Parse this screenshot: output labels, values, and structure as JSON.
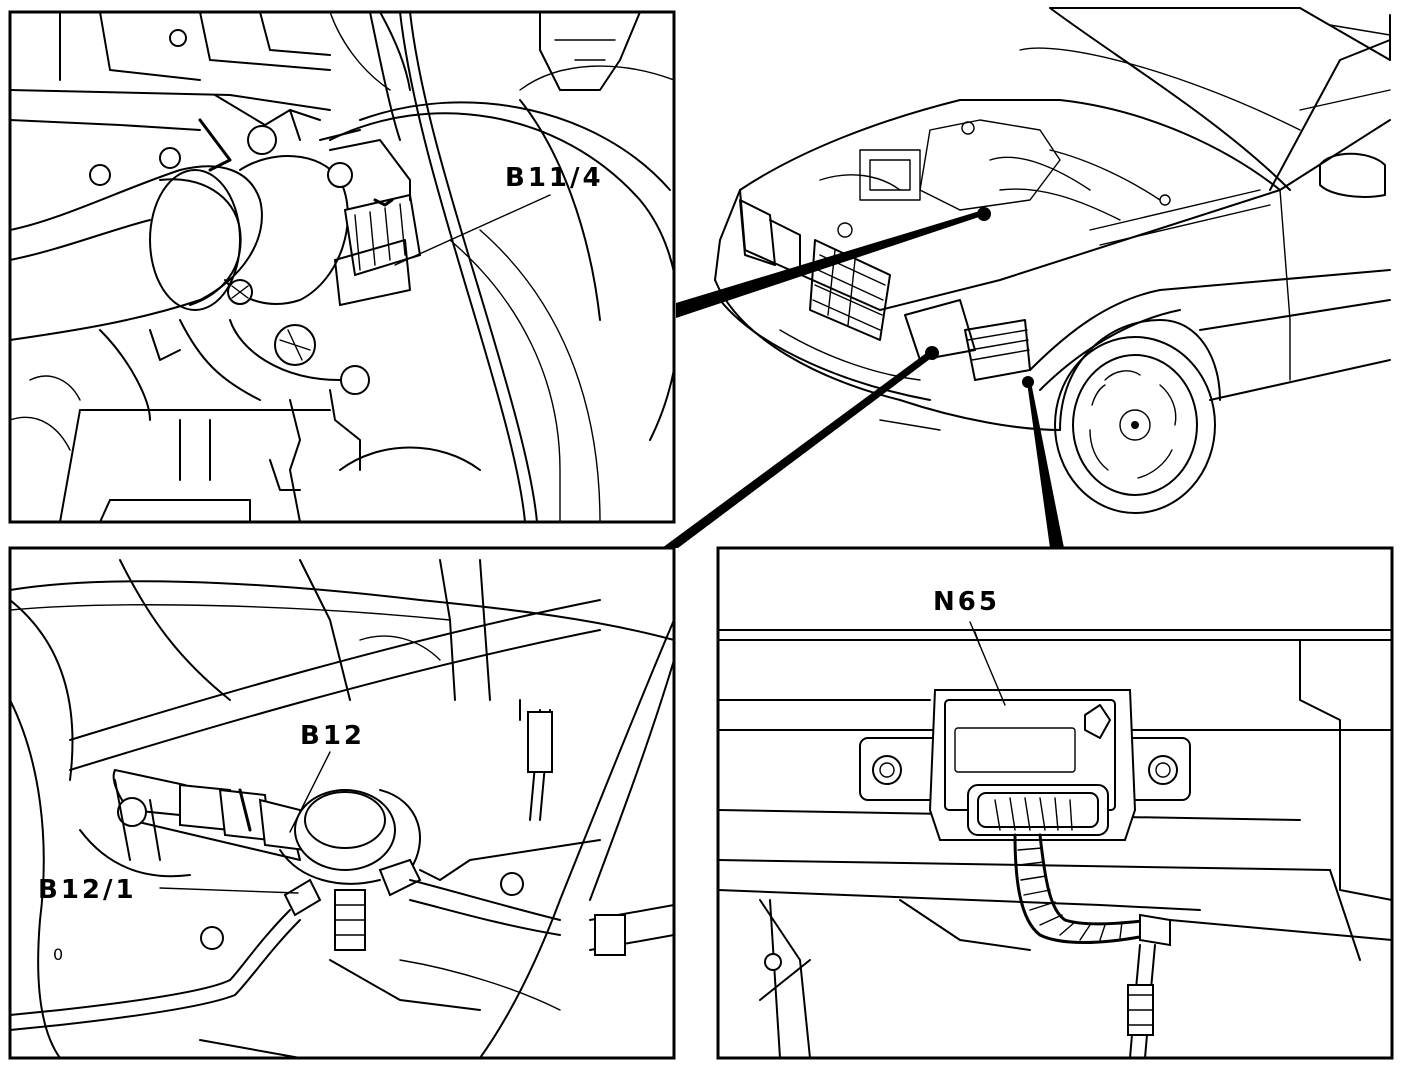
{
  "labels": {
    "b11_4": "B11/4",
    "b12": "B12",
    "b12_1": "B12/1",
    "n65": "N65",
    "small_zero": "0"
  },
  "colors": {
    "line": "#000000",
    "background": "#ffffff"
  }
}
